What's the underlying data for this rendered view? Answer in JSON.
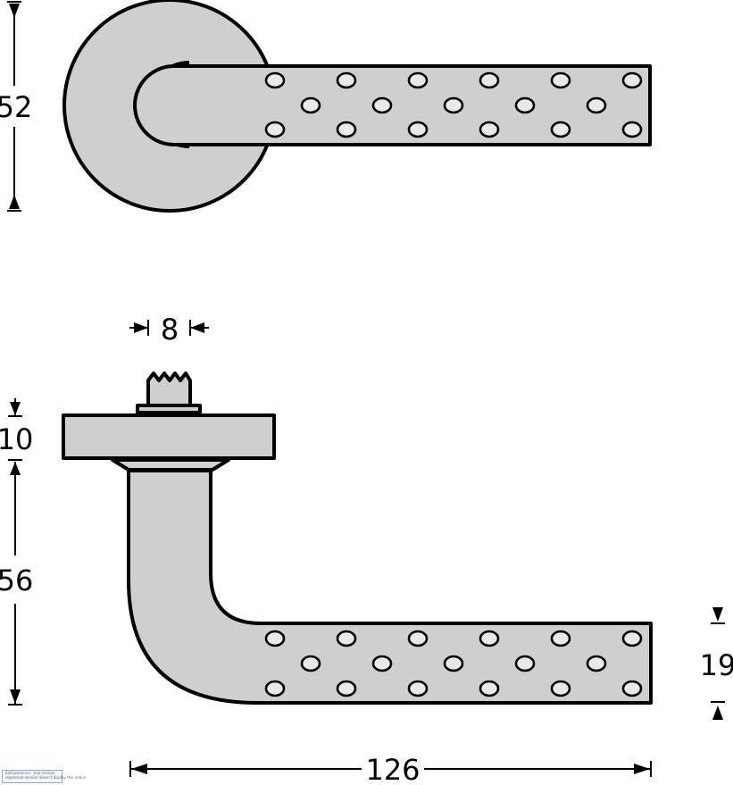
{
  "dimensions": {
    "rose_height": "52",
    "spindle_width": "8",
    "rose_thickness": "10",
    "lever_height": "56",
    "grip_height": "19",
    "lever_length": "126"
  },
  "watermark": {
    "brand": "EleCommerce · trial version",
    "note": "registered version doesn't display this notice"
  }
}
